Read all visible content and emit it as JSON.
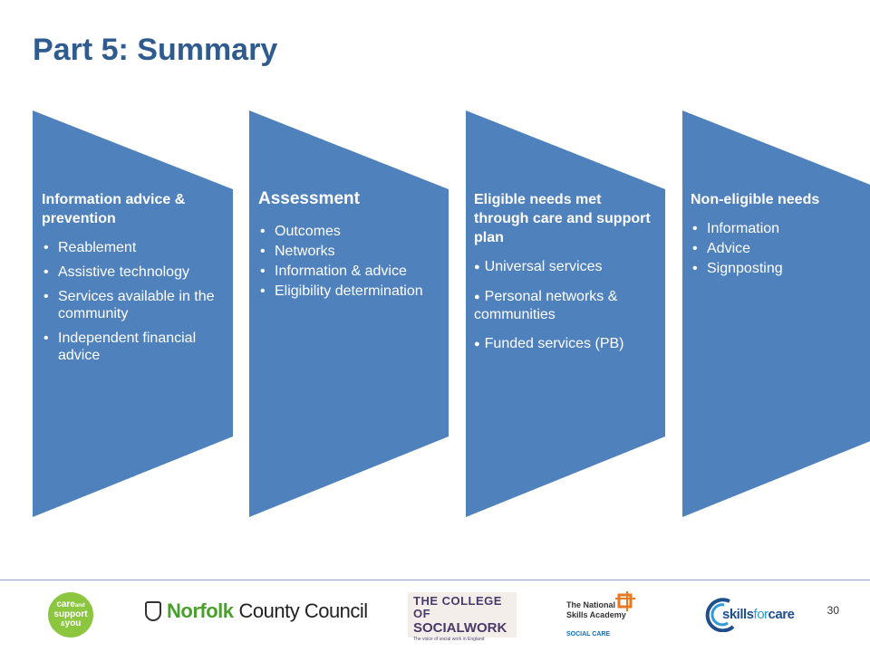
{
  "slide": {
    "title": "Part 5: Summary",
    "page_number": "30",
    "accent_color": "#4f81bd",
    "title_color": "#2f5b8f"
  },
  "panels": [
    {
      "heading": "Information advice & prevention",
      "items": [
        "Reablement",
        "Assistive technology",
        "Services available in the community",
        "Independent financial advice"
      ]
    },
    {
      "heading": "Assessment",
      "items": [
        "Outcomes",
        "Networks",
        "Information & advice",
        "Eligibility determination"
      ]
    },
    {
      "heading": "Eligible needs met through care and support plan",
      "items": [
        "Universal services",
        "Personal networks & communities",
        "Funded services (PB)"
      ]
    },
    {
      "heading": "Non-eligible needs",
      "items": [
        "Information",
        "Advice",
        "Signposting"
      ]
    }
  ],
  "logos": {
    "care_support_you": [
      "care",
      "and",
      "support",
      "&",
      "you"
    ],
    "norfolk": [
      "Norfolk",
      "County Council"
    ],
    "college_social_work": [
      "THE COLLEGE OF",
      "SOCIALWORK",
      "The voice of social work in England"
    ],
    "skills_academy": [
      "The National",
      "Skills Academy",
      "SOCIAL CARE"
    ],
    "skills_for_care": [
      "skills",
      "for",
      "care"
    ]
  }
}
